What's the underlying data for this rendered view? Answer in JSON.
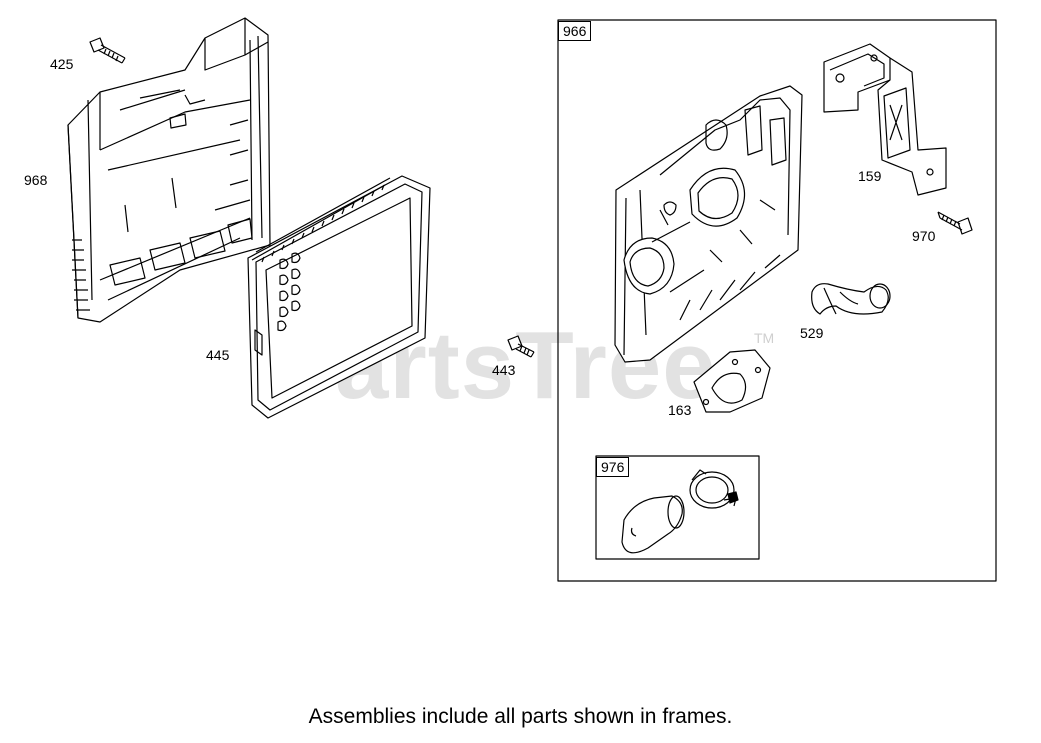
{
  "watermark": {
    "text": "PartsTree",
    "trademark": "TM",
    "color": "#d9d9d9"
  },
  "frames": [
    {
      "id": "966"
    },
    {
      "id": "976"
    }
  ],
  "callouts": {
    "p425": "425",
    "p968": "968",
    "p445": "445",
    "p443": "443",
    "p159": "159",
    "p970": "970",
    "p529": "529",
    "p163": "163"
  },
  "caption": "Assemblies include all parts shown in frames."
}
